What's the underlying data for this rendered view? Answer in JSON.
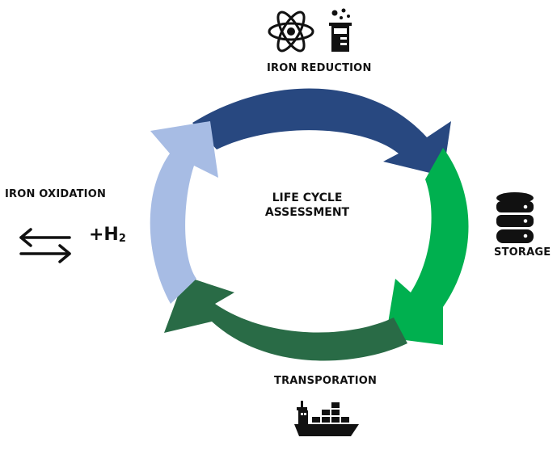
{
  "diagram": {
    "center": {
      "line1": "LIFE CYCLE",
      "line2": "ASSESSMENT"
    },
    "stages": {
      "reduction": {
        "label": "IRON REDUCTION",
        "icons": [
          "atom-icon",
          "beaker-icon"
        ]
      },
      "storage": {
        "label": "STORAGE",
        "icons": [
          "database-icon"
        ]
      },
      "transport": {
        "label": "TRANSPORATION",
        "icons": [
          "cargo-ship-icon"
        ]
      },
      "oxidation": {
        "label": "IRON OXIDATION",
        "icons": [
          "reversible-arrows-icon"
        ],
        "reagent_prefix": "+H",
        "reagent_subscript": "2"
      }
    },
    "colors": {
      "reduction_arrow": "#284880",
      "storage_arrow": "#00b04f",
      "transport_arrow": "#296b46",
      "oxidation_arrow": "#a7bce4",
      "text": "#111111"
    }
  }
}
